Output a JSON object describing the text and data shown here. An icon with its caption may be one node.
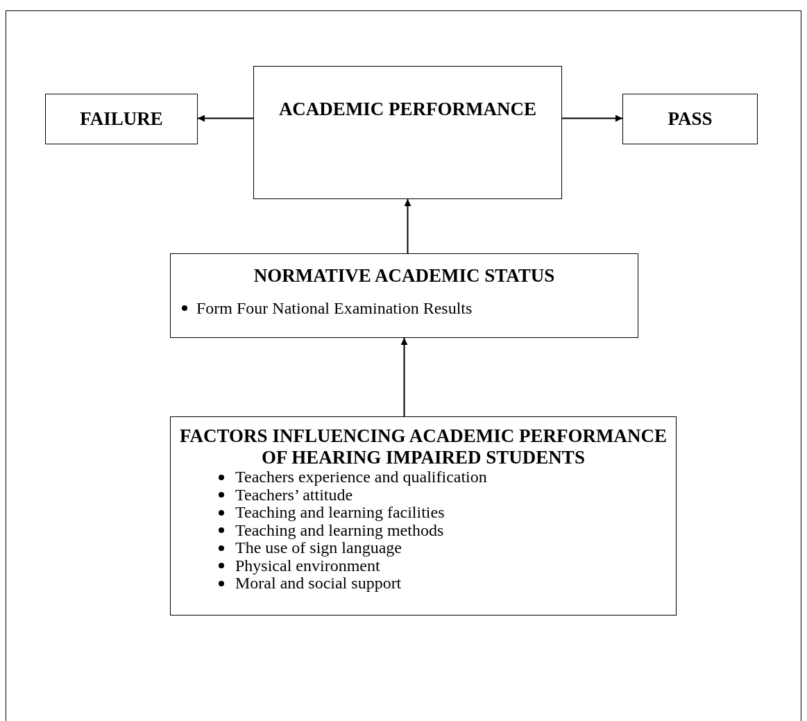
{
  "diagram": {
    "nodes": [
      {
        "text": [
          "FAILURE"
        ]
      },
      {
        "text": [
          "ACADEMIC PERFORMANCE"
        ]
      },
      {
        "text": [
          "PASS"
        ]
      },
      {
        "text": [
          "NORMATIVE ACADEMIC STATUS",
          "Form Four National Examination Results"
        ]
      },
      {
        "text": [
          "FACTORS INFLUENCING ACADEMIC PERFORMANCE OF HEARING IMPAIRED STUDENTS",
          "Teachers experience and qualification",
          "Teachers’ attitude",
          "Teaching and learning facilities",
          "Teaching and learning methods",
          "The use of sign language",
          "Physical environment",
          "Moral and social support"
        ]
      }
    ],
    "edges": [
      {
        "from": 1,
        "to": 0,
        "arrow": "to"
      },
      {
        "from": 1,
        "to": 2,
        "arrow": "to"
      },
      {
        "from": 3,
        "to": 1,
        "arrow": "to"
      },
      {
        "from": 4,
        "to": 3,
        "arrow": "to"
      }
    ]
  }
}
